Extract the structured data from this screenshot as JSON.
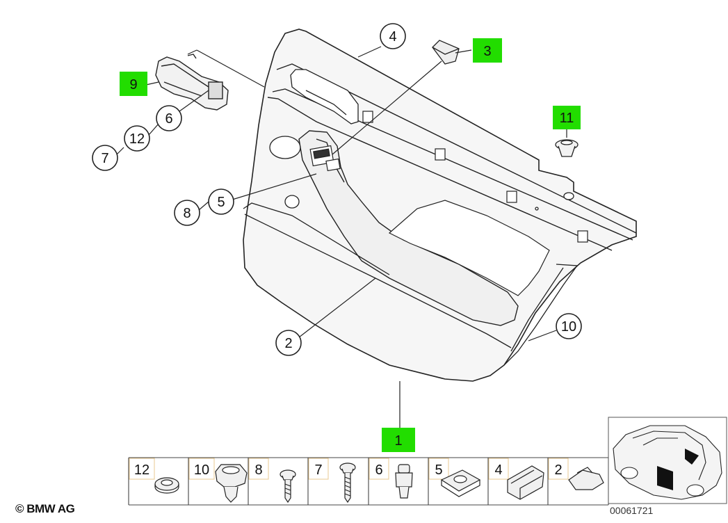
{
  "callouts": {
    "c1": "1",
    "c2": "2",
    "c3": "3",
    "c4": "4",
    "c5": "5",
    "c6": "6",
    "c7": "7",
    "c8": "8",
    "c9": "9",
    "c10": "10",
    "c11": "11",
    "c12": "12"
  },
  "legend": {
    "p12": "12",
    "p10": "10",
    "p8": "8",
    "p7": "7",
    "p6": "6",
    "p5": "5",
    "p4": "4",
    "p2": "2"
  },
  "footer": {
    "copyright": "© BMW AG",
    "diagram_number": "00061721"
  },
  "colors": {
    "highlight": "#22dd00",
    "label_border": "#e8c890",
    "stroke": "#222222",
    "panel_fill": "#f4f4f4"
  }
}
